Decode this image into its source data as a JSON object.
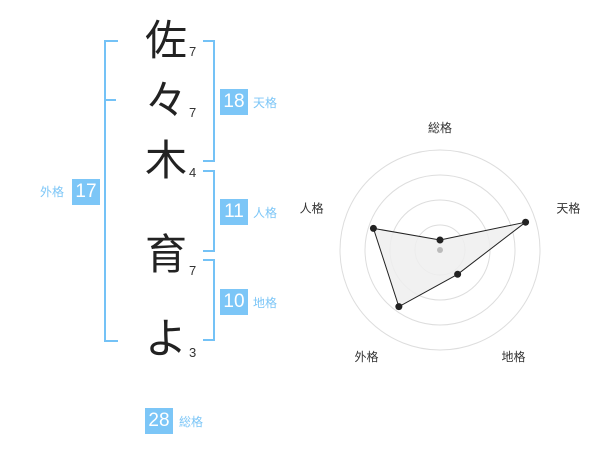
{
  "name_chars": [
    {
      "char": "佐",
      "strokes": "7"
    },
    {
      "char": "々",
      "strokes": "7"
    },
    {
      "char": "木",
      "strokes": "4"
    },
    {
      "char": "育",
      "strokes": "7"
    },
    {
      "char": "よ",
      "strokes": "3"
    }
  ],
  "fortune": {
    "tenkaku": {
      "value": "18",
      "label": "天格"
    },
    "jinkaku": {
      "value": "11",
      "label": "人格"
    },
    "chikaku": {
      "value": "10",
      "label": "地格"
    },
    "gaikaku": {
      "value": "17",
      "label": "外格"
    },
    "soukaku": {
      "value": "28",
      "label": "総格"
    }
  },
  "chart_data": {
    "type": "radar",
    "axes": [
      "総格",
      "天格",
      "地格",
      "外格",
      "人格"
    ],
    "values": [
      1,
      5,
      2,
      4,
      4
    ],
    "rmax": 5,
    "rings": 4,
    "colors": {
      "fill": "#eeeeee",
      "line": "#222222",
      "grid": "#dddddd"
    }
  }
}
